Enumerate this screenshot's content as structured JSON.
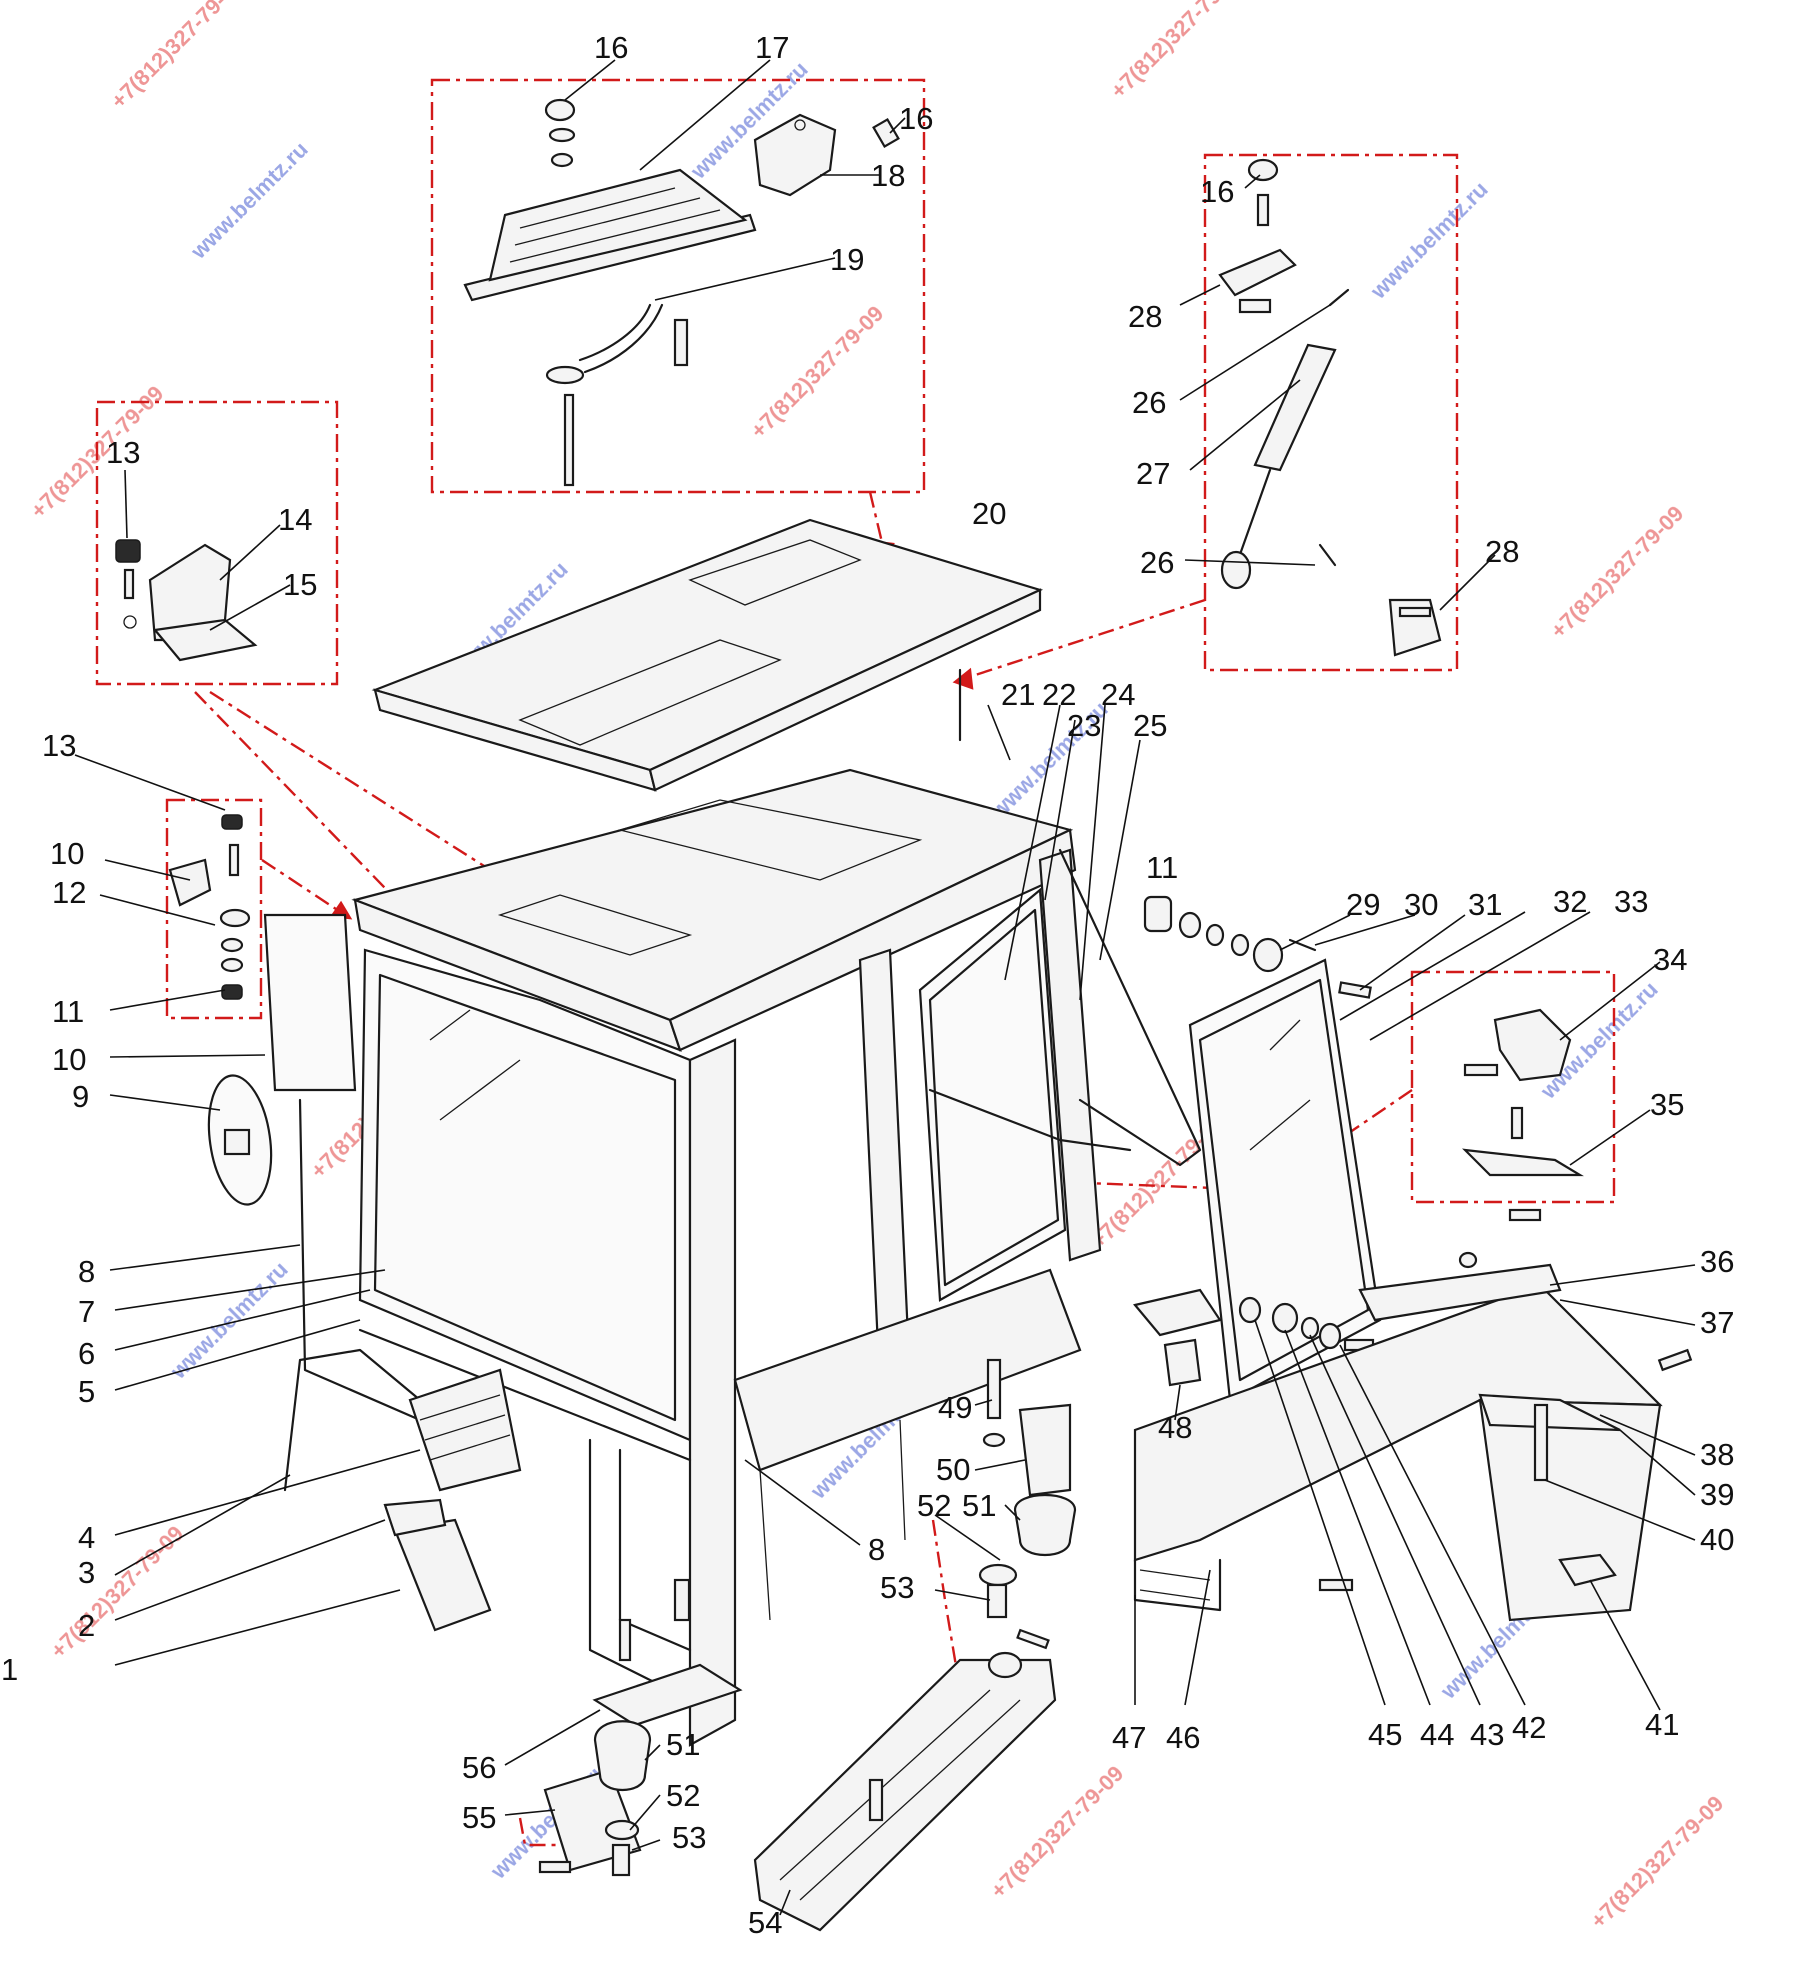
{
  "callouts": [
    "1",
    "2",
    "3",
    "4",
    "5",
    "6",
    "7",
    "8",
    "9",
    "10",
    "11",
    "12",
    "13",
    "14",
    "15",
    "16",
    "17",
    "18",
    "19",
    "20",
    "21",
    "22",
    "23",
    "24",
    "25",
    "26",
    "27",
    "28",
    "29",
    "30",
    "31",
    "32",
    "33",
    "34",
    "35",
    "36",
    "37",
    "38",
    "39",
    "40",
    "41",
    "42",
    "43",
    "44",
    "45",
    "46",
    "47",
    "48",
    "49",
    "50",
    "51",
    "52",
    "53",
    "54",
    "55",
    "56"
  ],
  "watermarks": {
    "site": "www.belmtz.ru",
    "phone": "+7(812)327-79-09"
  },
  "colors": {
    "ink": "#1a1a1a",
    "detail_frame": "#d21a1a",
    "watermark_blue": "#4a5fd0",
    "watermark_red": "#e04040",
    "background": "#ffffff"
  }
}
